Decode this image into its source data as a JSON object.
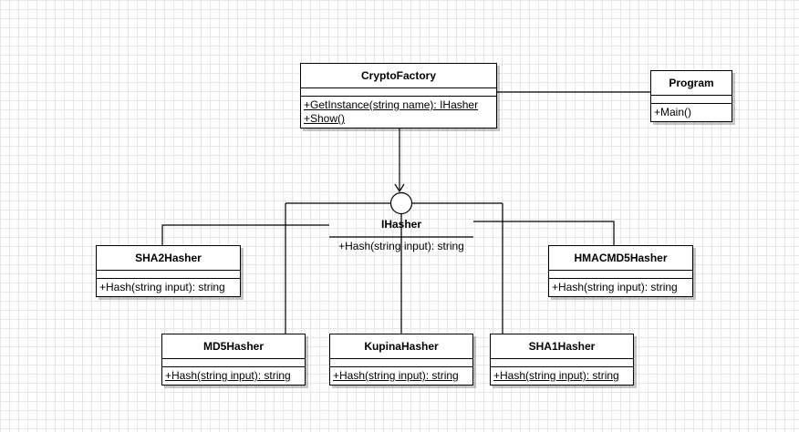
{
  "classes": {
    "crypto_factory": {
      "name": "CryptoFactory",
      "ops": [
        "+GetInstance(string name): IHasher",
        "+Show()"
      ]
    },
    "program": {
      "name": "Program",
      "ops": [
        "+Main()"
      ]
    },
    "sha2": {
      "name": "SHA2Hasher",
      "ops": [
        "+Hash(string input): string"
      ]
    },
    "hmacmd5": {
      "name": "HMACMD5Hasher",
      "ops": [
        "+Hash(string input): string"
      ]
    },
    "md5": {
      "name": "MD5Hasher",
      "ops": [
        "+Hash(string input): string"
      ]
    },
    "kupina": {
      "name": "KupinaHasher",
      "ops": [
        "+Hash(string input): string"
      ]
    },
    "sha1": {
      "name": "SHA1Hasher",
      "ops": [
        "+Hash(string input): string"
      ]
    }
  },
  "interface": {
    "name": "IHasher",
    "op": "+Hash(string input): string"
  }
}
